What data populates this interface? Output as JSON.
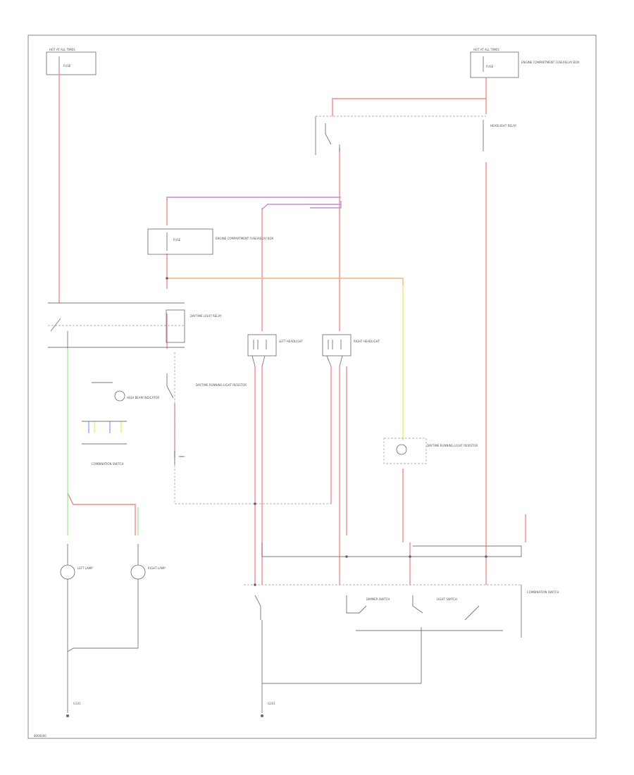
{
  "colors": {
    "red": "#f28a8a",
    "violet": "#c58ad6",
    "orange": "#f5b27a",
    "yellow": "#eeee6a",
    "green": "#a8e6a0",
    "blue": "#8ab0f0",
    "black": "#777777",
    "frame": "#888888"
  },
  "labels": {
    "hot_top_left": "HOT AT ALL TIMES",
    "fuse_top_left": "FUSE",
    "hot_top_right": "HOT AT ALL TIMES",
    "fuse_top_right": "FUSE",
    "fuse_box_right": "ENGINE COMPARTMENT FUSE/RELAY BOX",
    "headlight_relay": "HEADLIGHT RELAY",
    "fuse_box_mid": "ENGINE COMPARTMENT FUSE/RELAY BOX",
    "daylight_relay": "DAYTIME LIGHT RELAY",
    "daylight_resistor": "DAYTIME RUNNING LIGHT RESISTOR",
    "left_headlight": "LEFT HEADLIGHT",
    "right_headlight": "RIGHT HEADLIGHT",
    "indicator_lamp": "HIGH BEAM INDICATOR",
    "left_lamp": "LEFT LAMP",
    "right_lamp": "RIGHT LAMP",
    "dimmer_switch": "DIMMER SWITCH",
    "light_switch": "LIGHT SWITCH",
    "combination_switch": "COMBINATION SWITCH",
    "ground_left": "G101",
    "ground_mid": "G201",
    "footer_code": "8000000"
  }
}
